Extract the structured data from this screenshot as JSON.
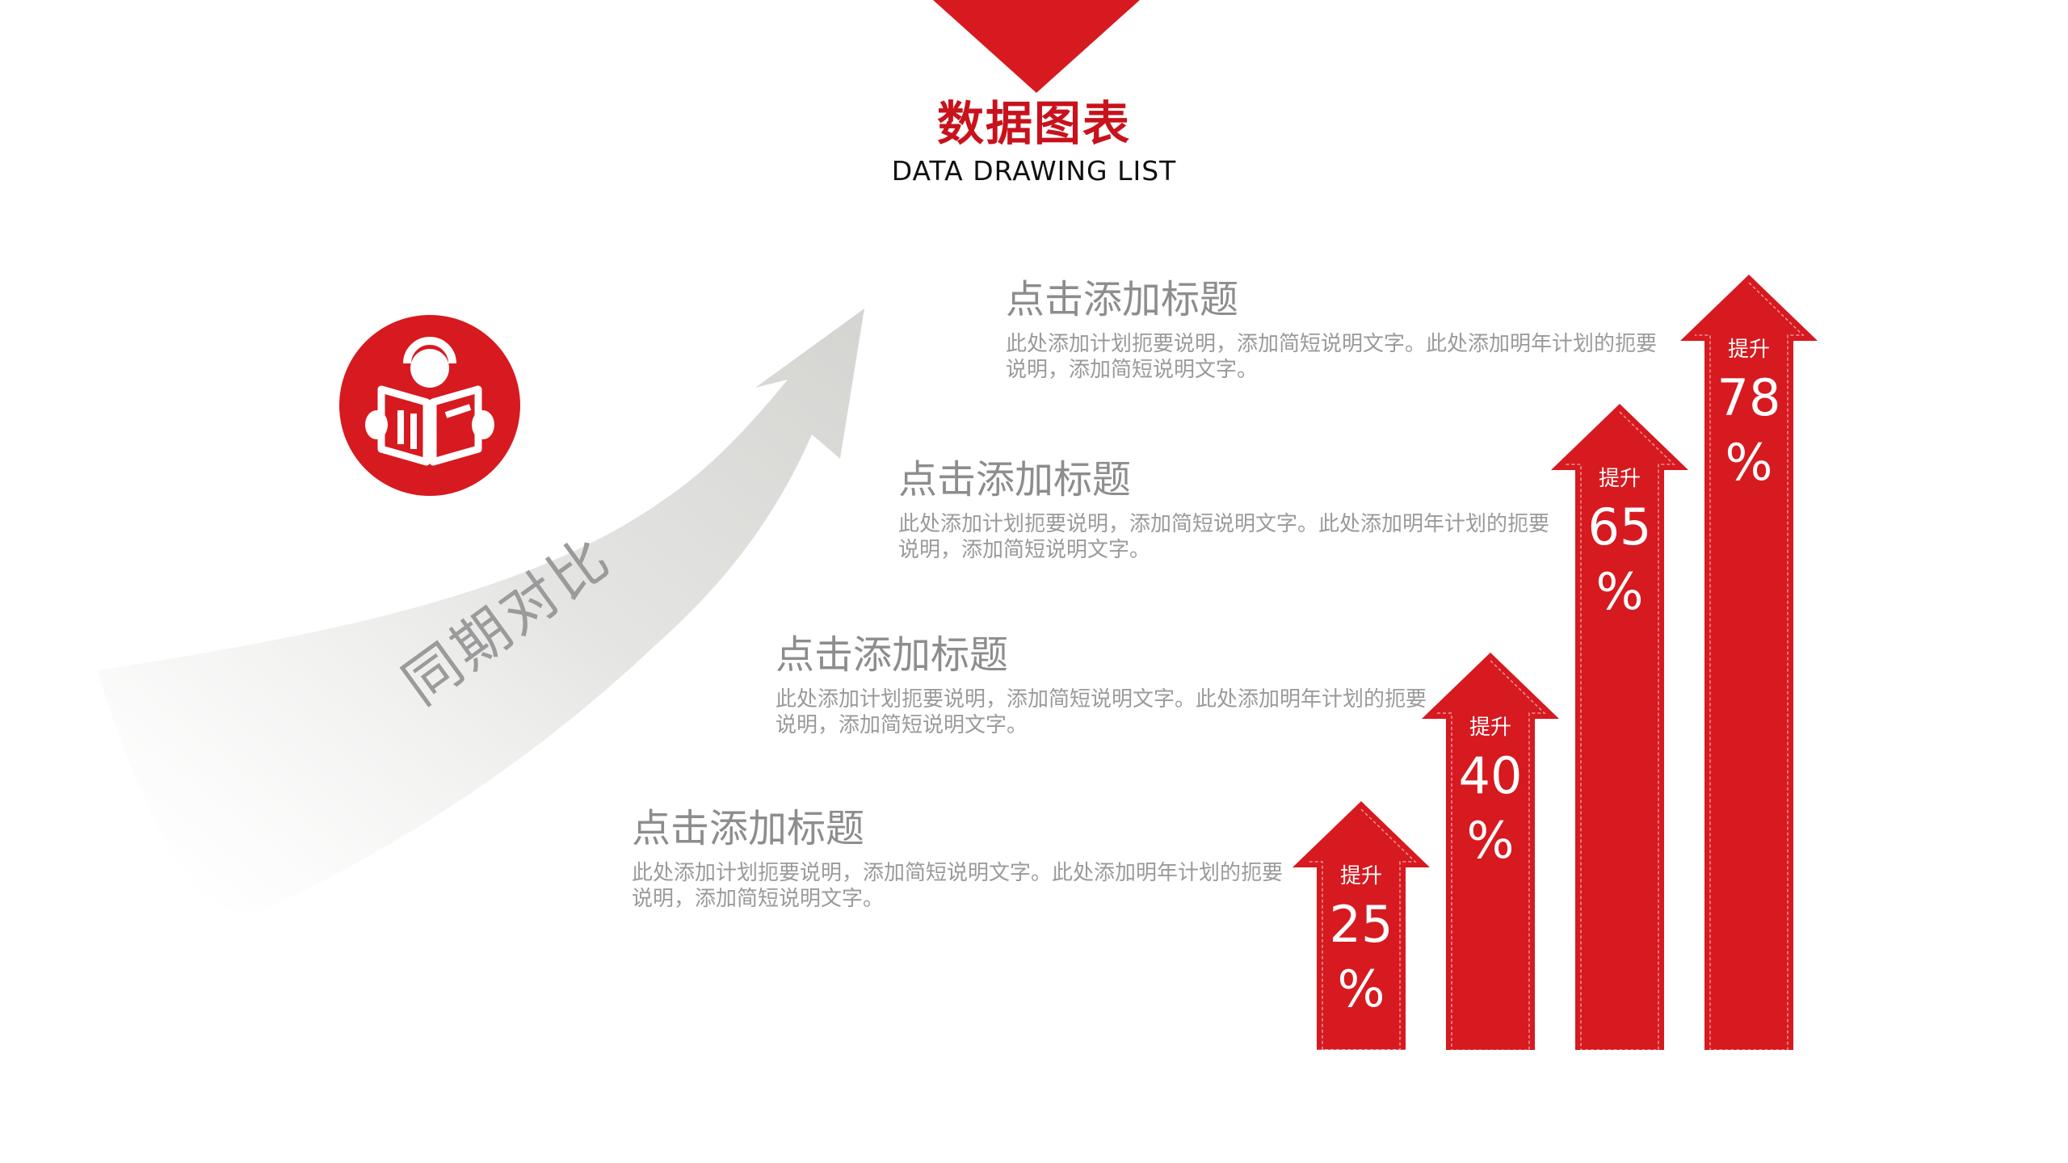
{
  "header": {
    "title": "数据图表",
    "subtitle": "DATA DRAWING LIST"
  },
  "left_art": {
    "label": "同期对比",
    "icon": "reading-person-icon"
  },
  "text_blocks": [
    {
      "title": "点击添加标题",
      "desc": "此处添加计划扼要说明，添加简短说明文字。此处添加明年计划的扼要说明，添加简短说明文字。"
    },
    {
      "title": "点击添加标题",
      "desc": "此处添加计划扼要说明，添加简短说明文字。此处添加明年计划的扼要说明，添加简短说明文字。"
    },
    {
      "title": "点击添加标题",
      "desc": "此处添加计划扼要说明，添加简短说明文字。此处添加明年计划的扼要说明，添加简短说明文字。"
    },
    {
      "title": "点击添加标题",
      "desc": "此处添加计划扼要说明，添加简短说明文字。此处添加明年计划的扼要说明，添加简短说明文字。"
    }
  ],
  "chart_data": {
    "type": "bar",
    "categories": [
      "提升",
      "提升",
      "提升",
      "提升"
    ],
    "values": [
      25,
      40,
      65,
      78
    ],
    "labels": [
      "25",
      "40",
      "65",
      "78"
    ],
    "unit": "%"
  },
  "colors": {
    "accent": "#d71920",
    "title_red": "#c8121c",
    "gray_text": "#8d8d8d"
  }
}
